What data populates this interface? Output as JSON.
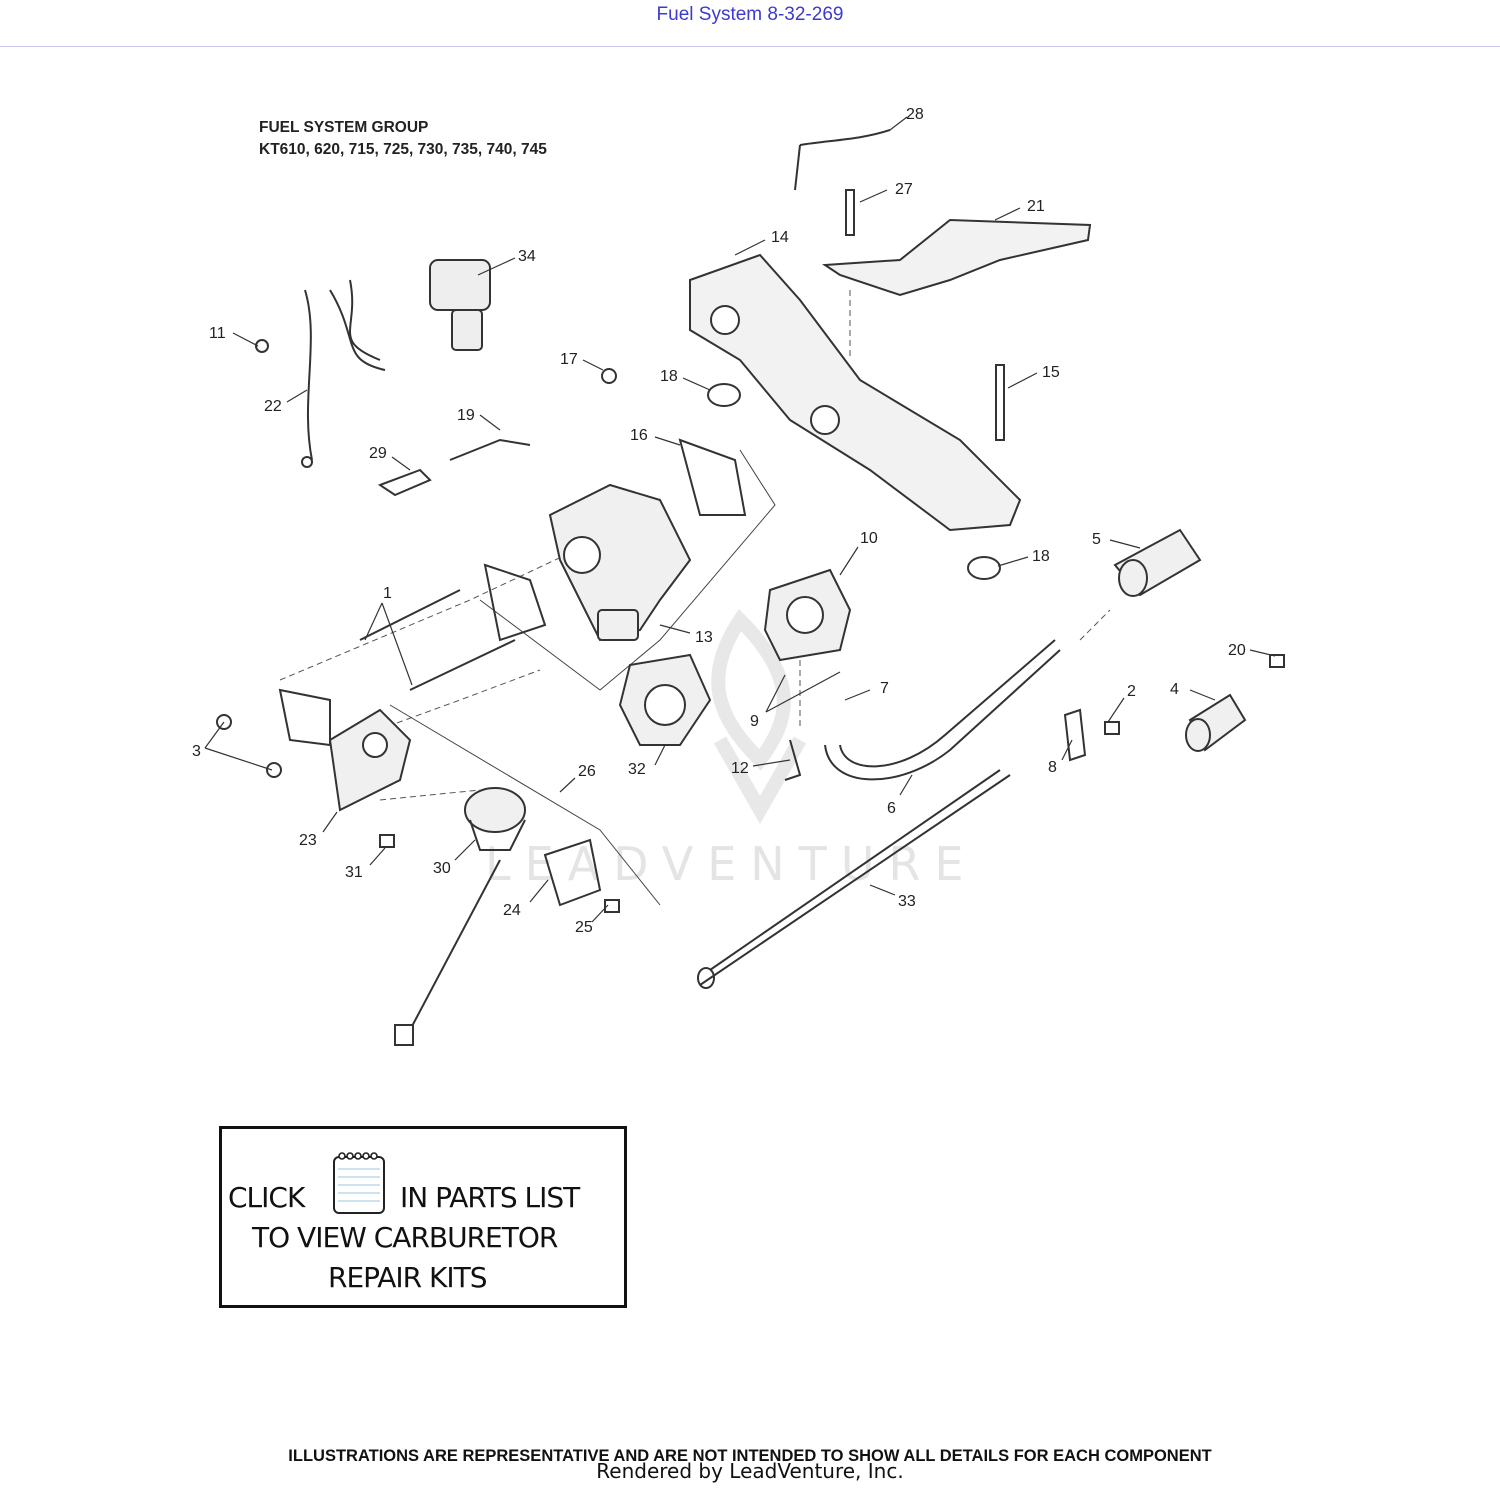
{
  "header": {
    "title": "Fuel System 8-32-269"
  },
  "diagram": {
    "group_title": "FUEL SYSTEM GROUP",
    "models": "KT610, 620, 715, 725, 730, 735, 740, 745",
    "watermark": "LEADVENTURE",
    "callouts": [
      "1",
      "2",
      "3",
      "4",
      "5",
      "6",
      "7",
      "8",
      "9",
      "10",
      "11",
      "12",
      "13",
      "14",
      "15",
      "16",
      "17",
      "18",
      "18",
      "19",
      "20",
      "21",
      "22",
      "23",
      "24",
      "25",
      "26",
      "27",
      "28",
      "29",
      "30",
      "31",
      "32",
      "33",
      "34"
    ],
    "icons": [
      "notepad-icon"
    ]
  },
  "kit_box": {
    "line1_left": "CLICK",
    "line1_right": "IN PARTS LIST",
    "line2": "TO VIEW CARBURETOR",
    "line3": "REPAIR KITS"
  },
  "footer": {
    "disclaimer": "ILLUSTRATIONS ARE REPRESENTATIVE AND ARE NOT INTENDED TO SHOW ALL DETAILS FOR EACH COMPONENT",
    "rendered_by": "Rendered by LeadVenture, Inc."
  }
}
